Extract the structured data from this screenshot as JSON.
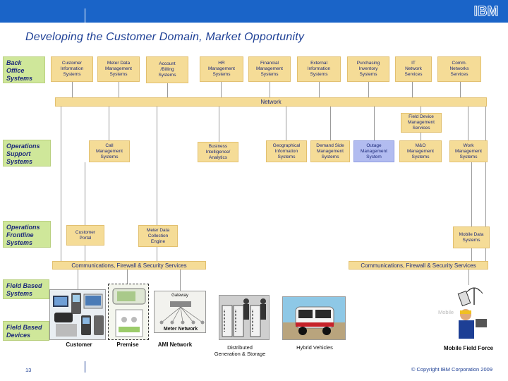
{
  "header": {
    "logo_text": "IBM"
  },
  "title": "Developing the Customer Domain,  Market Opportunity",
  "layers": {
    "back_office": "Back\nOffice\nSystems",
    "ops_support": "Operations\nSupport\nSystems",
    "ops_frontline": "Operations\nFrontline\nSystems",
    "field_systems": "Field Based\nSystems",
    "field_devices": "Field Based\nDevices"
  },
  "back_office_systems": [
    "Customer\nInformation\nSystems",
    "Meter Data\nManagement\nSystems",
    "Account\n/Billing\nSystems",
    "HR\nManagement\nSystems",
    "Financial\nManagement\nSystems",
    "External\nInformation\nSystems",
    "Purchasing\nInventory\nSystems",
    "IT\nNetwork\nServices",
    "Comm.\nNetworks\nServices"
  ],
  "network_label": "Network",
  "field_device_mgmt": "Field Device\nManagement\nServices",
  "ops_support_systems": [
    "Call\nManagement\nSystems",
    "Business\nIntelligence/\nAnalytics",
    "Geographical\nInformation\nSystems",
    "Demand Side\nManagement\nSystems",
    "Outage\nManagement\nSystem",
    "M&O\nManagement\nSystems",
    "Work\nManagement\nSystems"
  ],
  "frontline_systems": [
    "Customer\nPortal",
    "Meter Data\nCollection\nEngine",
    "Mobile Data\nSystems"
  ],
  "comm_left": "Communications, Firewall & Security Services",
  "comm_right": "Communications, Firewall & Security Services",
  "gateway_label": "Gateway",
  "meter_network_label": "Meter Network",
  "mobile_label": "Mobile",
  "device_captions": {
    "customer": "Customer",
    "premise": "Premise",
    "ami": "AMI Network",
    "distributed": "Distributed\nGeneration & Storage",
    "hybrid": "Hybrid Vehicles",
    "mobile_force": "Mobile Field Force"
  },
  "footer": {
    "page_number": "13",
    "copyright": "© Copyright IBM Corporation 2009"
  },
  "colors": {
    "header_bar": "#1a64c8",
    "title": "#1d3f95",
    "layer_label": "#cfe79a",
    "system_box": "#f5dc97",
    "highlight_box": "#b2bcf0"
  }
}
